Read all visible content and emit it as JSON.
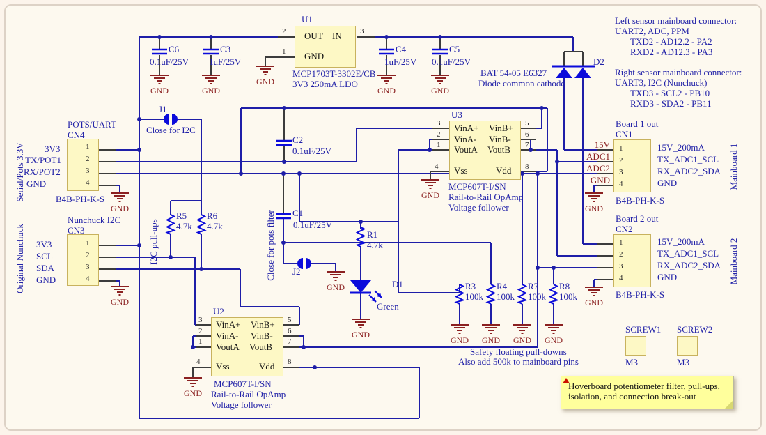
{
  "gnd": "GND",
  "colors": {
    "wire": "#1e1ea8",
    "part": "#0b0bdb",
    "gnd_symbol": "#8b2121",
    "label_blue": "#2222a8",
    "net_label_red": "#8b2121",
    "box_fill": "#fdf8c5",
    "box_border": "#c8b25e",
    "note_bg": "#ffff9c",
    "canvas_bg": "#fdf9ef"
  },
  "u1": {
    "ref": "U1",
    "part": "MCP1703T-3302E/CB",
    "desc": "3V3 250mA LDO",
    "pin_out": "OUT",
    "pin_in": "IN",
    "pin_gnd": "GND",
    "n1": "1",
    "n2": "2",
    "n3": "3"
  },
  "c6": {
    "ref": "C6",
    "value": "0.1uF/25V"
  },
  "c3": {
    "ref": "C3",
    "value": "1uF/25V"
  },
  "c4": {
    "ref": "C4",
    "value": "1uF/25V"
  },
  "c5": {
    "ref": "C5",
    "value": "0.1uF/25V"
  },
  "c2": {
    "ref": "C2",
    "value": "0.1uF/25V"
  },
  "c1": {
    "ref": "C1",
    "value": "0.1uF/25V"
  },
  "d2": {
    "ref": "D2",
    "part": "BAT 54-05 E6327",
    "desc": "Diode common cathode"
  },
  "d1": {
    "ref": "D1",
    "label": "Green"
  },
  "j1": {
    "ref": "J1",
    "desc": "Close for I2C"
  },
  "j2": {
    "ref": "J2",
    "desc": "Close for pots filter"
  },
  "r5": {
    "ref": "R5",
    "value": "4.7k"
  },
  "r6": {
    "ref": "R6",
    "value": "4.7k"
  },
  "r1": {
    "ref": "R1",
    "value": "4.7k"
  },
  "r3": {
    "ref": "R3",
    "value": "100k"
  },
  "r4": {
    "ref": "R4",
    "value": "100k"
  },
  "r7": {
    "ref": "R7",
    "value": "100k"
  },
  "r8": {
    "ref": "R8",
    "value": "100k"
  },
  "pullup_label": "I2C pull-ups",
  "cn4": {
    "title": "POTS/UART",
    "ref": "CN4",
    "footprint": "B4B-PH-K-S",
    "side": "Serial/Pots 3.3V",
    "pins": [
      "1",
      "2",
      "3",
      "4"
    ],
    "nets": [
      "3V3",
      "TX/POT1",
      "RX/POT2",
      "GND"
    ]
  },
  "cn3": {
    "title": "Nunchuck I2C",
    "ref": "CN3",
    "side": "Original Nunchuck",
    "pins": [
      "1",
      "2",
      "3",
      "4"
    ],
    "nets": [
      "3V3",
      "SCL",
      "SDA",
      "GND"
    ]
  },
  "cn1": {
    "title": "Board 1 out",
    "ref": "CN1",
    "footprint": "B4B-PH-K-S",
    "side": "Mainboard 1",
    "pins": [
      "1",
      "2",
      "3",
      "4"
    ],
    "net_labels": [
      "15V",
      "ADC1",
      "ADC2",
      "GND"
    ],
    "signals": [
      "15V_200mA",
      "TX_ADC1_SCL",
      "RX_ADC2_SDA",
      "GND"
    ]
  },
  "cn2": {
    "title": "Board 2 out",
    "ref": "CN2",
    "footprint": "B4B-PH-K-S",
    "side": "Mainboard 2",
    "pins": [
      "1",
      "2",
      "3",
      "4"
    ],
    "signals": [
      "15V_200mA",
      "TX_ADC1_SCL",
      "RX_ADC2_SDA",
      "GND"
    ]
  },
  "u3": {
    "ref": "U3",
    "part": "MCP607T-I/SN",
    "desc1": "Rail-to-Rail OpAmp",
    "desc2": "Voltage follower",
    "l": [
      {
        "n": "3",
        "name": "VinA+"
      },
      {
        "n": "2",
        "name": "VinA-"
      },
      {
        "n": "1",
        "name": "VoutA"
      },
      {
        "n": "4",
        "name": "Vss"
      }
    ],
    "r": [
      {
        "n": "5",
        "name": "VinB+"
      },
      {
        "n": "6",
        "name": "VinB-"
      },
      {
        "n": "7",
        "name": "VoutB"
      },
      {
        "n": "8",
        "name": "Vdd"
      }
    ]
  },
  "u2": {
    "ref": "U2",
    "part": "MCP607T-I/SN",
    "desc1": "Rail-to-Rail OpAmp",
    "desc2": "Voltage follower",
    "l": [
      {
        "n": "3",
        "name": "VinA+"
      },
      {
        "n": "2",
        "name": "VinA-"
      },
      {
        "n": "1",
        "name": "VoutA"
      },
      {
        "n": "4",
        "name": "Vss"
      }
    ],
    "r": [
      {
        "n": "5",
        "name": "VinB+"
      },
      {
        "n": "6",
        "name": "VinB-"
      },
      {
        "n": "7",
        "name": "VoutB"
      },
      {
        "n": "8",
        "name": "Vdd"
      }
    ]
  },
  "info": {
    "l1": "Left sensor mainboard connector:",
    "l2": "UART2, ADC, PPM",
    "l3": "TXD2 - AD12.2 - PA2",
    "l4": "RXD2 - AD12.3 - PA3",
    "l5": "Right sensor mainboard connector:",
    "l6": "UART3, I2C (Nunchuck)",
    "l7": "TXD3 - SCL2 - PB10",
    "l8": "RXD3 - SDA2 - PB11"
  },
  "pulldown": {
    "l1": "Safety floating pull-downs",
    "l2": "Also add 500k to mainboard pins"
  },
  "screw1": {
    "ref": "SCREW1",
    "value": "M3"
  },
  "screw2": {
    "ref": "SCREW2",
    "value": "M3"
  },
  "note": {
    "l1": "Hoverboard potentiometer filter, pull-ups,",
    "l2": "isolation, and connection break-out"
  }
}
